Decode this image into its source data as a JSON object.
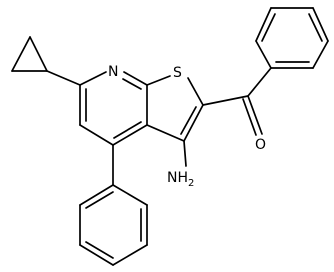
{
  "atoms": {
    "N": "N",
    "S": "S",
    "O": "O",
    "NH": "NH",
    "NH_sub": "2"
  }
}
